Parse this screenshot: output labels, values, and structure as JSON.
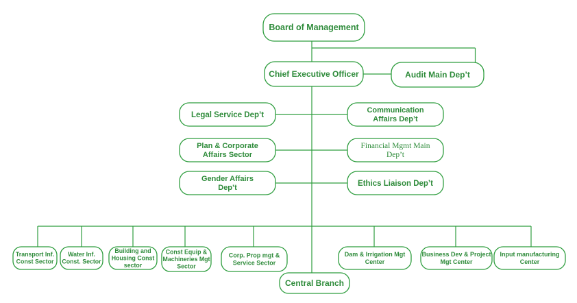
{
  "chart_data": {
    "type": "org-chart",
    "nodes": [
      {
        "id": "board",
        "lines": [
          "Board of Management"
        ]
      },
      {
        "id": "ceo",
        "lines": [
          "Chief Executive Officer"
        ]
      },
      {
        "id": "audit",
        "lines": [
          "Audit Main Dep’t"
        ]
      },
      {
        "id": "legal",
        "lines": [
          "Legal Service Dep’t"
        ]
      },
      {
        "id": "communication",
        "lines": [
          "Communication",
          "Affairs Dep’t"
        ]
      },
      {
        "id": "plan",
        "lines": [
          "Plan & Corporate",
          "Affairs Sector"
        ]
      },
      {
        "id": "financial",
        "lines": [
          "Financial Mgmt Main",
          "Dep’t"
        ]
      },
      {
        "id": "gender",
        "lines": [
          "Gender Affairs",
          "Dep’t"
        ]
      },
      {
        "id": "ethics",
        "lines": [
          "Ethics Liaison Dep’t"
        ]
      },
      {
        "id": "transport",
        "lines": [
          "Transport Inf.",
          "Const Sector"
        ]
      },
      {
        "id": "water",
        "lines": [
          "Water Inf.",
          "Const. Sector"
        ]
      },
      {
        "id": "building",
        "lines": [
          "Building and",
          "Housing Const",
          "sector"
        ]
      },
      {
        "id": "equip",
        "lines": [
          "Const Equip &",
          "Machineries Mgt",
          "Sector"
        ]
      },
      {
        "id": "corp",
        "lines": [
          "Corp. Prop mgt &",
          "Service Sector"
        ]
      },
      {
        "id": "central",
        "lines": [
          "Central Branch"
        ]
      },
      {
        "id": "dam",
        "lines": [
          "Dam & Irrigation Mgt",
          "Center"
        ]
      },
      {
        "id": "business",
        "lines": [
          "Business Dev & Project",
          "Mgt Center"
        ]
      },
      {
        "id": "input",
        "lines": [
          "Input manufacturing",
          "Center"
        ]
      }
    ],
    "edges": [
      [
        "board",
        "ceo"
      ],
      [
        "board",
        "audit"
      ],
      [
        "ceo",
        "legal"
      ],
      [
        "ceo",
        "communication"
      ],
      [
        "ceo",
        "plan"
      ],
      [
        "ceo",
        "financial"
      ],
      [
        "ceo",
        "gender"
      ],
      [
        "ceo",
        "ethics"
      ],
      [
        "ceo",
        "transport"
      ],
      [
        "ceo",
        "water"
      ],
      [
        "ceo",
        "building"
      ],
      [
        "ceo",
        "equip"
      ],
      [
        "ceo",
        "corp"
      ],
      [
        "ceo",
        "central"
      ],
      [
        "ceo",
        "dam"
      ],
      [
        "ceo",
        "business"
      ],
      [
        "ceo",
        "input"
      ]
    ]
  }
}
